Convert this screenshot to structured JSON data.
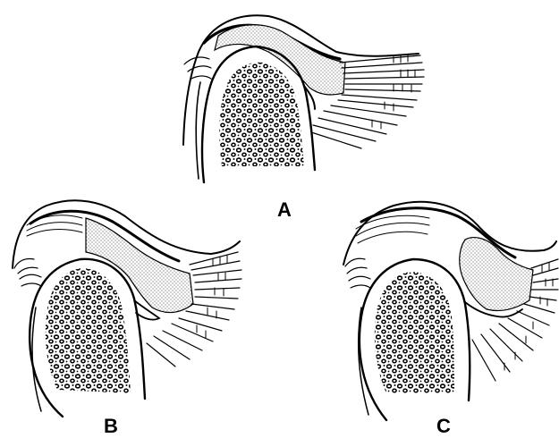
{
  "figure": {
    "panels": [
      {
        "id": "A",
        "label": "A"
      },
      {
        "id": "B",
        "label": "B"
      },
      {
        "id": "C",
        "label": "C"
      }
    ]
  },
  "colors": {
    "ink": "#000000",
    "paper": "#ffffff",
    "stipple": "#bdbdbd"
  }
}
